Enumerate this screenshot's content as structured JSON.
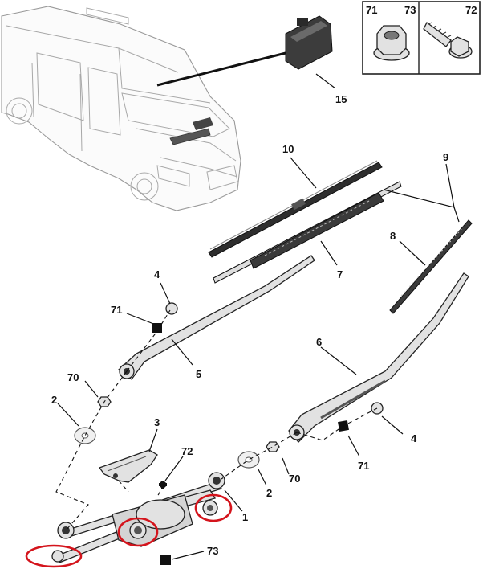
{
  "diagram": {
    "callouts": {
      "c1": "1",
      "c2a": "2",
      "c2b": "2",
      "c3": "3",
      "c4a": "4",
      "c4b": "4",
      "c5": "5",
      "c6": "6",
      "c7": "7",
      "c8": "8",
      "c9": "9",
      "c10": "10",
      "c15": "15",
      "c70a": "70",
      "c70b": "70",
      "c71a": "71",
      "c71b": "71",
      "c72": "72",
      "c73": "73"
    },
    "inset": {
      "label_71": "71",
      "label_73": "73",
      "label_72": "72"
    },
    "highlight_color": "#d4141c"
  }
}
